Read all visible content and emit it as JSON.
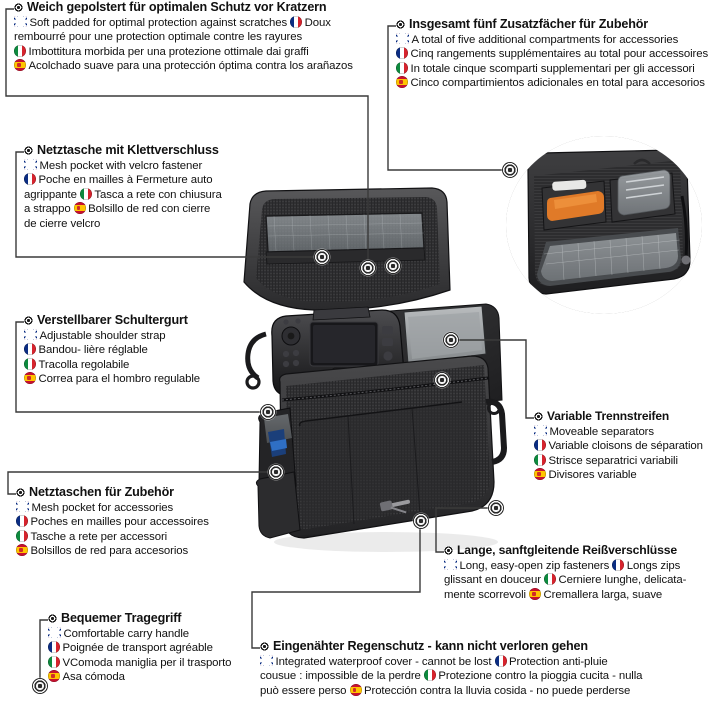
{
  "product": {
    "type": "camera-bag",
    "description": "Black camera shoulder bag shown open with a DSLR camera inside, with an inset circular detail view of the front accessory compartments"
  },
  "callouts": [
    {
      "id": "padding",
      "heading": "Weich gepolstert für optimalen Schutz vor Kratzern",
      "lines": [
        {
          "flag": "uk",
          "text": "Soft padded for optimal protection against scratches"
        },
        {
          "flag": "fr",
          "text": "Doux"
        },
        {
          "flag": "",
          "text": "rembourré pour une protection optimale contre les rayures"
        },
        {
          "flag": "it",
          "text": "Imbottitura morbida per una protezione ottimale dai graffi"
        },
        {
          "flag": "es",
          "text": "Acolchado suave para una protección óptima contra los arañazos"
        }
      ]
    },
    {
      "id": "compartments",
      "heading": "Insgesamt fünf Zusatzfächer für Zubehör",
      "lines": [
        {
          "flag": "uk",
          "text": "A total of five additional compartments for accessories"
        },
        {
          "flag": "fr",
          "text": "Cinq rangements supplémentaires au total pour accessoires"
        },
        {
          "flag": "it",
          "text": "In totale cinque scomparti supplementari per gli accessori"
        },
        {
          "flag": "es",
          "text": "Cinco compartimientos adicionales en total para accesorios"
        }
      ]
    },
    {
      "id": "mesh-velcro",
      "heading": "Netztasche mit Klettverschluss",
      "lines": [
        {
          "flag": "uk",
          "text": "Mesh pocket with velcro fastener"
        },
        {
          "flag": "fr",
          "text": "Poche en mailles à Fermeture auto"
        },
        {
          "flag": "",
          "text": "agrippante"
        },
        {
          "flag": "it",
          "text": "Tasca a rete con chiusura"
        },
        {
          "flag": "",
          "text": "a strappo"
        },
        {
          "flag": "es",
          "text": "Bolsillo de red con cierre"
        },
        {
          "flag": "",
          "text": "de cierre velcro"
        }
      ]
    },
    {
      "id": "shoulder-strap",
      "heading": "Verstellbarer Schultergurt",
      "lines": [
        {
          "flag": "uk",
          "text": "Adjustable shoulder strap"
        },
        {
          "flag": "fr",
          "text": "Bandou- lière réglable"
        },
        {
          "flag": "it",
          "text": "Tracolla regolabile"
        },
        {
          "flag": "es",
          "text": "Correa para el hombro regulable"
        }
      ]
    },
    {
      "id": "mesh-accessories",
      "heading": "Netztaschen für Zubehör",
      "lines": [
        {
          "flag": "uk",
          "text": "Mesh pocket for accessories"
        },
        {
          "flag": "fr",
          "text": "Poches en mailles pour accessoires"
        },
        {
          "flag": "it",
          "text": "Tasche a rete per accessori"
        },
        {
          "flag": "es",
          "text": "Bolsillos de red para accesorios"
        }
      ]
    },
    {
      "id": "carry-handle",
      "heading": "Bequemer Tragegriff",
      "lines": [
        {
          "flag": "uk",
          "text": "Comfortable carry handle"
        },
        {
          "flag": "fr",
          "text": "Poignée de transport agréable"
        },
        {
          "flag": "it",
          "text": "VComoda maniglia per il trasporto"
        },
        {
          "flag": "es",
          "text": "Asa cómoda"
        }
      ]
    },
    {
      "id": "separators",
      "heading": "Variable Trennstreifen",
      "lines": [
        {
          "flag": "uk",
          "text": "Moveable separators"
        },
        {
          "flag": "fr",
          "text": "Variable cloisons de séparation"
        },
        {
          "flag": "it",
          "text": "Strisce separatrici variabili"
        },
        {
          "flag": "es",
          "text": "Divisores variable"
        }
      ]
    },
    {
      "id": "zippers",
      "heading": "Lange, sanftgleitende Reißverschlüsse",
      "lines": [
        {
          "flag": "uk",
          "text": "Long, easy-open zip fasteners"
        },
        {
          "flag": "fr",
          "text": "Longs zips"
        },
        {
          "flag": "",
          "text": "glissant en douceur"
        },
        {
          "flag": "it",
          "text": "Cerniere lunghe, delicata-"
        },
        {
          "flag": "",
          "text": "mente scorrevoli"
        },
        {
          "flag": "es",
          "text": "Cremallera larga, suave"
        }
      ]
    },
    {
      "id": "raincover",
      "heading": "Eingenähter Regenschutz - kann nicht verloren gehen",
      "lines": [
        {
          "flag": "uk",
          "text": "Integrated waterproof cover - cannot be lost"
        },
        {
          "flag": "fr",
          "text": "Protection anti-pluie"
        },
        {
          "flag": "",
          "text": "cousue : impossible de la perdre"
        },
        {
          "flag": "it",
          "text": "Protezione contro la pioggia cucita - nulla"
        },
        {
          "flag": "",
          "text": "può essere perso"
        },
        {
          "flag": "es",
          "text": "Protección contra la lluvia cosida - no puede perderse"
        }
      ]
    }
  ],
  "colors": {
    "text": "#111111",
    "line": "#3a3a3a",
    "uk_blue": "#00247d",
    "uk_red": "#cf142b",
    "fr_blue": "#0b2d83",
    "fr_red": "#d7232d",
    "it_green": "#0d8a3e",
    "es_red": "#c8102e",
    "es_yellow": "#ffc400"
  }
}
